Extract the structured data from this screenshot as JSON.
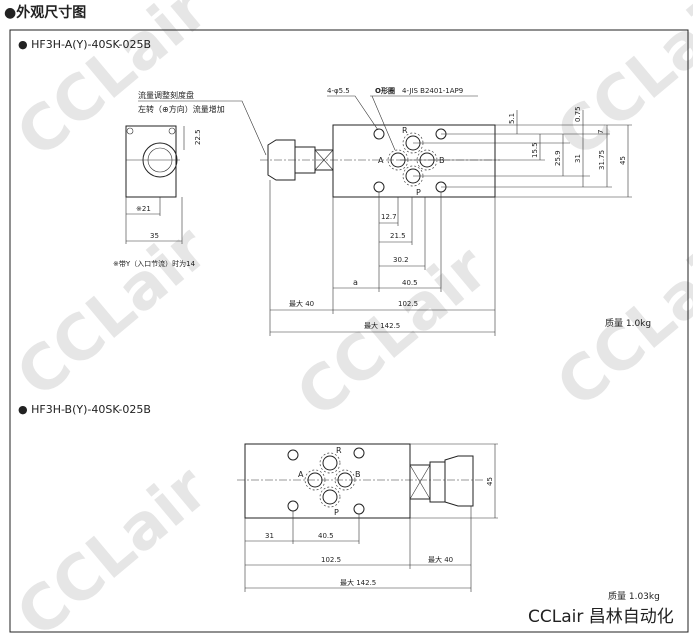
{
  "section_title": "●外观尺寸图",
  "watermark": "CCLair",
  "drawing_a": {
    "title": "● HF3H-A(Y)-40SK-025B",
    "dial_label": "流量调整刻度盘",
    "dial_direction": "左转（⊕方向）流量增加",
    "hole_label": "4-φ5.5",
    "oring_label": "O形圈",
    "oring_spec": "4-JIS B2401-1AP9",
    "note": "※带Y（入口节流）时为14",
    "ports": {
      "r": "R",
      "a": "A",
      "b": "B",
      "p": "P"
    },
    "dims": {
      "d22_5": "22.5",
      "d21": "※21",
      "d35": "35",
      "d5_1": "5.1",
      "d0_75": "0.75",
      "d7": "7",
      "d15_5": "15.5",
      "d25_9": "25.9",
      "d31": "31",
      "d31_75": "31.75",
      "d45": "45",
      "d12_7": "12.7",
      "d21_5": "21.5",
      "d30_2": "30.2",
      "da": "a",
      "d40_5": "40.5",
      "dmax40": "最大 40",
      "d102_5": "102.5",
      "dmax142_5": "最大 142.5"
    },
    "mass": "质量 1.0kg"
  },
  "drawing_b": {
    "title": "● HF3H-B(Y)-40SK-025B",
    "ports": {
      "r": "R",
      "a": "A",
      "b": "B",
      "p": "P"
    },
    "dims": {
      "d45": "45",
      "d31": "31",
      "d40_5": "40.5",
      "d102_5": "102.5",
      "dmax40": "最大 40",
      "dmax142_5": "最大 142.5"
    },
    "mass": "质量 1.03kg"
  },
  "brand": "CCLair 昌林自动化"
}
